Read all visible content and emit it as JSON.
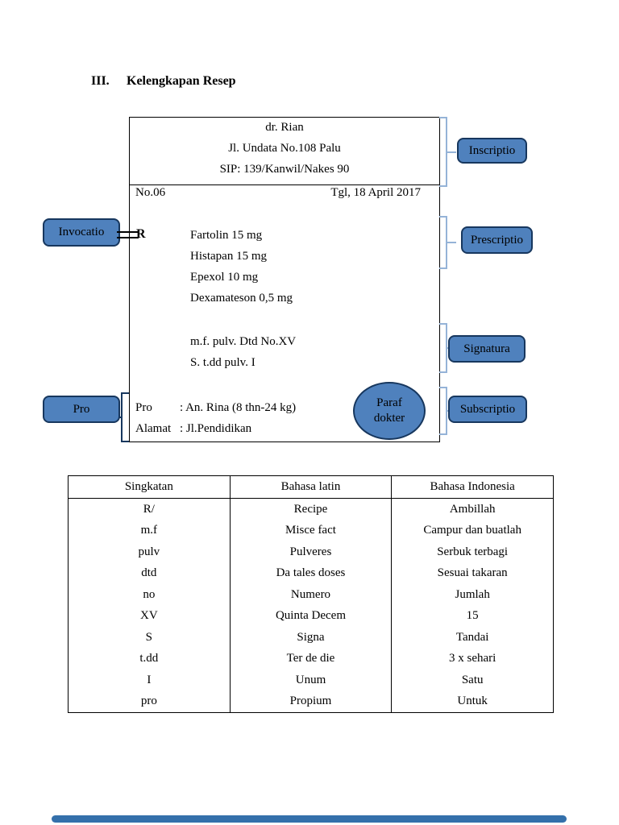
{
  "page": {
    "section_number": "III.",
    "section_title": "Kelengkapan Resep"
  },
  "prescription": {
    "doctor_name": "dr. Rian",
    "doctor_address": "Jl. Undata No.108 Palu",
    "sip": "SIP: 139/Kanwil/Nakes 90",
    "number": "No.06",
    "date": "Tgl, 18 April 2017",
    "invocation_symbol": "R",
    "drugs": [
      "Fartolin 15 mg",
      "Histapan 15 mg",
      "Epexol 10 mg",
      "Dexamateson 0,5 mg"
    ],
    "subscriptio_line1": "m.f. pulv. Dtd No.XV",
    "subscriptio_line2": "S. t.dd pulv. I",
    "pro_label": "Pro",
    "pro_value": ": An. Rina (8 thn-24 kg)",
    "alamat_label": "Alamat",
    "alamat_value": ": Jl.Pendidikan",
    "paraf_line1": "Paraf",
    "paraf_line2": "dokter"
  },
  "callouts": {
    "inscriptio": "Inscriptio",
    "invocatio": "Invocatio",
    "prescriptio": "Prescriptio",
    "signatura": "Signatura",
    "pro": "Pro",
    "subscriptio": "Subscriptio"
  },
  "colors": {
    "callout_fill": "#4f81bd",
    "callout_border": "#17375e",
    "bracket_light": "#95b3d7",
    "bracket_dark": "#17375e",
    "progress_bar": "#3470ab"
  },
  "table": {
    "headers": [
      "Singkatan",
      "Bahasa latin",
      "Bahasa Indonesia"
    ],
    "rows": [
      [
        "R/",
        "Recipe",
        "Ambillah"
      ],
      [
        "m.f",
        "Misce fact",
        "Campur dan buatlah"
      ],
      [
        "pulv",
        "Pulveres",
        "Serbuk terbagi"
      ],
      [
        "dtd",
        "Da tales doses",
        "Sesuai takaran"
      ],
      [
        "no",
        "Numero",
        "Jumlah"
      ],
      [
        "XV",
        "Quinta Decem",
        "15"
      ],
      [
        "S",
        "Signa",
        "Tandai"
      ],
      [
        "t.dd",
        "Ter de die",
        "3 x sehari"
      ],
      [
        "I",
        "Unum",
        "Satu"
      ],
      [
        "pro",
        "Propium",
        "Untuk"
      ]
    ]
  }
}
